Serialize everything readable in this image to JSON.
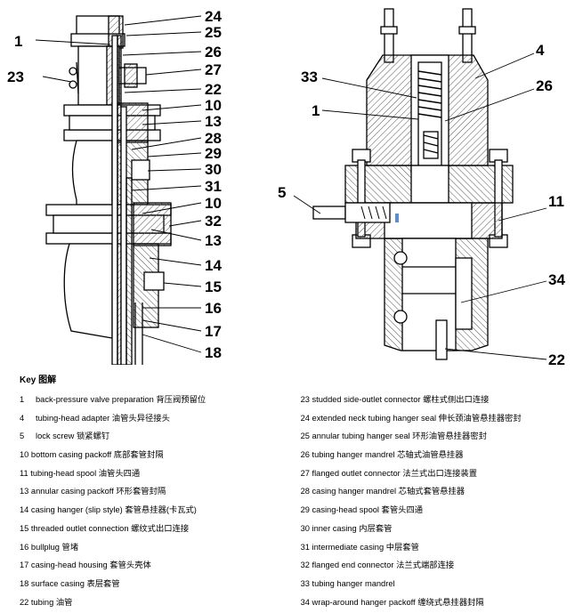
{
  "callouts": {
    "c1": "1",
    "c23": "23",
    "c24": "24",
    "c25": "25",
    "c26": "26",
    "c27": "27",
    "c22": "22",
    "c10a": "10",
    "c13a": "13",
    "c28": "28",
    "c29": "29",
    "c30": "30",
    "c31": "31",
    "c10b": "10",
    "c32": "32",
    "c13b": "13",
    "c14": "14",
    "c15": "15",
    "c16": "16",
    "c17": "17",
    "c18": "18",
    "r33": "33",
    "r4": "4",
    "r26": "26",
    "r1": "1",
    "r5": "5",
    "r11": "11",
    "r34": "34",
    "r22": "22"
  },
  "key": {
    "title": "Key 图解",
    "left": [
      {
        "num": "1",
        "text": "back-pressure valve preparation 背压阀预留位"
      },
      {
        "num": "4",
        "text": "tubing-head adapter 油管头异径接头"
      },
      {
        "num": "5",
        "text": "lock screw 锁紧螺钉"
      },
      {
        "num": "",
        "text": "10 bottom casing packoff 底部套管封隔"
      },
      {
        "num": "",
        "text": "11 tubing-head spool 油管头四通"
      },
      {
        "num": "",
        "text": "13 annular casing packoff 环形套管封隔"
      },
      {
        "num": "",
        "text": "14 casing hanger (slip style) 套管悬挂器(卡瓦式)"
      },
      {
        "num": "",
        "text": "15 threaded outlet connection 螺纹式出口连接"
      },
      {
        "num": "",
        "text": "16 bullplug 管堵"
      },
      {
        "num": "",
        "text": "17 casing-head housing 套管头壳体"
      },
      {
        "num": "",
        "text": "18 surface casing 表层套管"
      },
      {
        "num": "",
        "text": "22 tubing 油管"
      }
    ],
    "right": [
      "23 studded side-outlet connector 螺柱式侧出口连接",
      "24 extended neck tubing hanger seal 伸长颈油管悬挂器密封",
      "25 annular tubing hanger seal 环形油管悬挂器密封",
      "26 tubing hanger mandrel 芯轴式油管悬挂器",
      "27 flanged outlet connector 法兰式出口连接装置",
      "28 casing hanger mandrel 芯轴式套管悬挂器",
      "29 casing-head spool 套管头四通",
      "30 inner casing 内层套管",
      "31 intermediate casing 中层套管",
      "32 flanged end connector 法兰式端部连接",
      "33 tubing hanger mandrel",
      "34 wrap-around hanger packoff 缠绕式悬挂器封隔"
    ]
  },
  "colors": {
    "ink": "#000000",
    "hatch": "#555555",
    "paper": "#ffffff",
    "accent": "#5b8fc9"
  }
}
